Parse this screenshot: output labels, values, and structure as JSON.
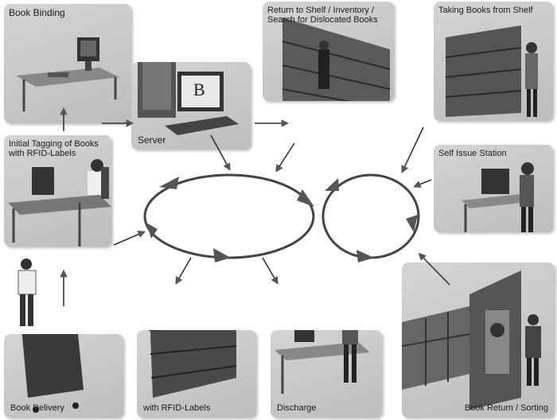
{
  "stations": {
    "book_binding": "Book Binding",
    "server": "Server",
    "server_screen": "B",
    "return_to_shelf": "Return to Shelf / Inventory / Search for Dislocated Books",
    "taking_books": "Taking Books from Shelf",
    "initial_tagging": "Initial Tagging of Books with RFID-Labels",
    "self_issue": "Self Issue Station",
    "book_delivery": "Book Delivery",
    "rfid_labels": "with RFID-Labels",
    "discharge": "Discharge",
    "book_return": "Book Return / Sorting"
  }
}
